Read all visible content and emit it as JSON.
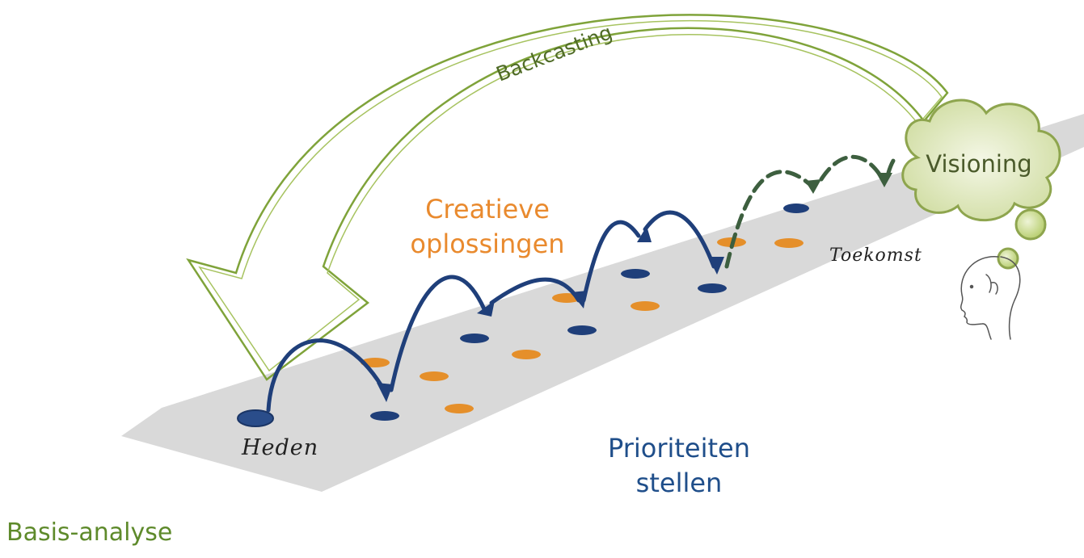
{
  "labels": {
    "backcasting": "Backcasting",
    "creatieve_line1": "Creatieve",
    "creatieve_line2": "oplossingen",
    "prioriteiten_line1": "Prioriteiten",
    "prioriteiten_line2": "stellen",
    "basis_analyse": "Basis-analyse",
    "heden": "Heden",
    "toekomst": "Toekomst",
    "visioning": "Visioning"
  },
  "colors": {
    "navy": "#1f3f7a",
    "orange": "#e58f2a",
    "green": "#7fa33a",
    "dark_green": "#3d5f3f",
    "band": "#d9d9d9",
    "cloud": "#e4ecc6"
  },
  "icons": [
    "head-profile-icon",
    "thought-bubble-icon",
    "cloud-icon"
  ]
}
